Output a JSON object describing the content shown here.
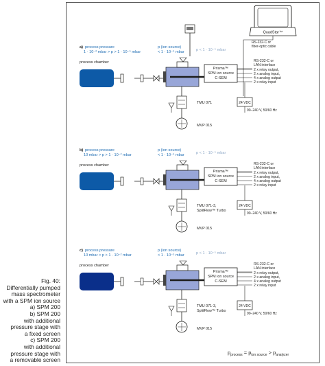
{
  "figure": {
    "caption": [
      "Fig. 40:",
      "Differentially pumped",
      "mass spectrometer",
      "with a SPM ion source",
      "a) SPM 200",
      "b) SPM 200",
      "with additional",
      "pressure stage with",
      "a fixed screen",
      "c) SPM 200",
      "with additional",
      "pressure stage with",
      "a removable screen"
    ]
  },
  "device": {
    "name": "QuadStar™",
    "cable": [
      "RS-232-C or",
      "fiber-optic cable"
    ]
  },
  "panels": [
    {
      "label_prefix": "a)",
      "pressure_title": "process pressure",
      "pressure_range": "1 · 10⁻² mbar > p > 1 · 10⁻⁵ mbar",
      "ion_title": "p (ion source)",
      "ion_range": "< 1 · 10⁻⁵ mbar",
      "analyzer_range": "p < 1 · 10⁻⁵ mbar",
      "chamber": "process chamber",
      "spectrometer": [
        "Prisma™",
        "SPM ion source",
        "C-SEM"
      ],
      "interface": [
        "RS-232-C or",
        "LAN interface"
      ],
      "io": [
        "2 x relay output,",
        "2 x analog input,",
        "4 x analog output",
        "2 x relay input"
      ],
      "power": "24 VDC",
      "mains": "90–240 V, 50/60 Hz",
      "turbo": [
        "TMU 071"
      ],
      "backing": "MVP 015"
    },
    {
      "label_prefix": "b)",
      "pressure_title": "process pressure",
      "pressure_range": "10 mbar > p > 1 · 10⁻² mbar",
      "ion_title": "p (ion source)",
      "ion_range": "< 1 · 10⁻⁵ mbar",
      "analyzer_range": "p < 1 · 10⁻⁵ mbar",
      "chamber": "process chamber",
      "spectrometer": [
        "Prisma™",
        "SPM ion source",
        "C-SEM"
      ],
      "interface": [
        "RS-232-C or",
        "LAN interface"
      ],
      "io": [
        "2 x relay output,",
        "2 x analog input,",
        "4 x analog output",
        "2 x relay input"
      ],
      "power": "24 VDC",
      "mains": "90–240 V, 50/60 Hz",
      "turbo": [
        "TMU 071-3,",
        "SplitFlow™ Turbo"
      ],
      "backing": "MVP 015"
    },
    {
      "label_prefix": "c)",
      "pressure_title": "process pressure",
      "pressure_range": "10 mbar > p > 1 · 10⁻² mbar",
      "ion_title": "p (ion source)",
      "ion_range": "< 1 · 10⁻⁵ mbar",
      "analyzer_range": "p < 1 · 10⁻⁵ mbar",
      "chamber": "process chamber",
      "spectrometer": [
        "Prisma™",
        "SPM ion source",
        "C-SEM"
      ],
      "interface": [
        "RS-232-C or",
        "LAN interface"
      ],
      "io": [
        "2 x relay output,",
        "2 x analog input,",
        "4 x analog output",
        "2 x relay input"
      ],
      "power": "24 VDC",
      "mains": "90–240 V, 50/60 Hz",
      "turbo": [
        "TMU 071-3,",
        "SplitFlow™ Turbo"
      ],
      "backing": "MVP 015"
    }
  ],
  "formula": {
    "p1": "p",
    "s1": "process",
    "eq": " = ",
    "p2": "p",
    "s2": "ion source",
    "gt": " > ",
    "p3": "p",
    "s3": "analyzer"
  },
  "colors": {
    "accent_blue": "#1f6db3",
    "chamber_blue": "#0d5aa7",
    "chamber_dark": "#0a2f8a",
    "vessel_lilac": "#98a6d8",
    "frame": "#555555"
  }
}
